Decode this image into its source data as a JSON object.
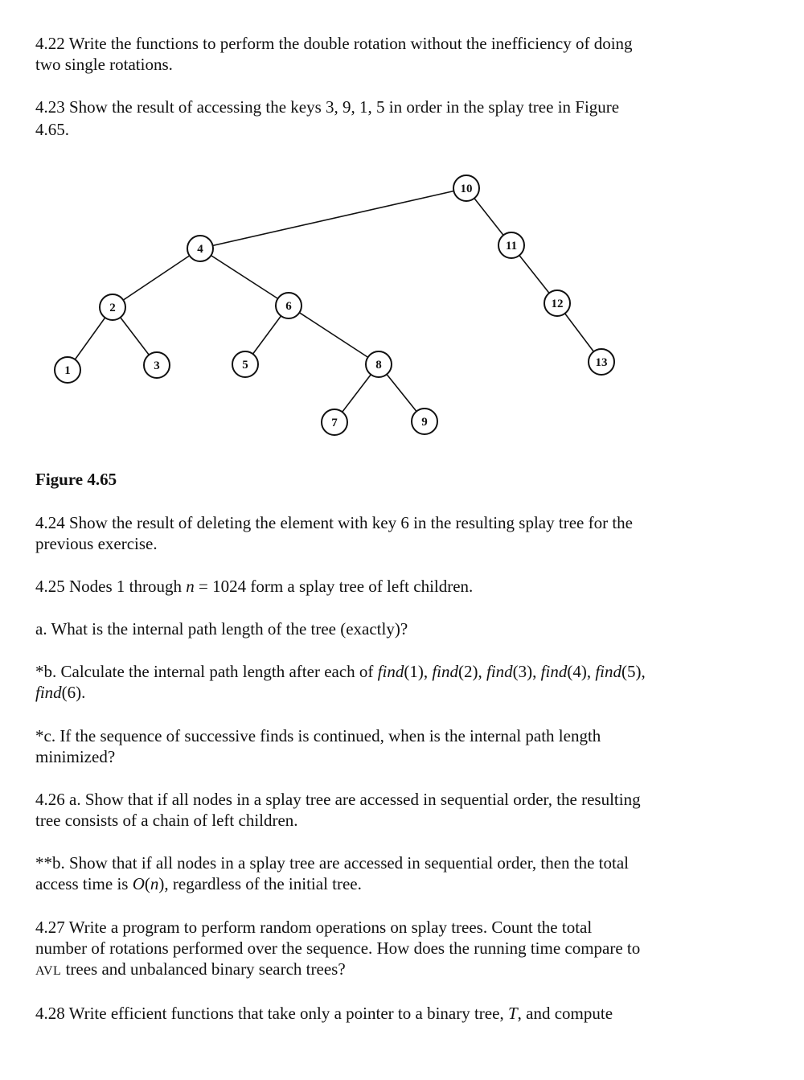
{
  "exercises": {
    "e422": {
      "line1": "4.22 Write the functions to perform the double rotation without the inefficiency of doing",
      "line2": "two single rotations."
    },
    "e423": {
      "line1": "4.23 Show the result of accessing the keys 3, 9, 1, 5 in order in the splay tree in Figure",
      "line2": "4.65."
    },
    "e424": {
      "line1": "4.24 Show the result of deleting the element with key 6 in the resulting splay tree for the",
      "line2": "previous exercise."
    },
    "e425": {
      "prefix": "4.25 Nodes 1 through ",
      "n": "n",
      "suffix": " = 1024 form a splay tree of left children.",
      "a": "a. What is the internal path length of the tree (exactly)?",
      "b_prefix": "*b. Calculate the internal path length after each of ",
      "b_find": "find",
      "b_args": [
        "(1), ",
        "(2), ",
        "(3), ",
        "(4), ",
        "(5),"
      ],
      "b_line2_args": "(6).",
      "c_line1": "*c. If the sequence of successive finds is continued, when is the internal path length",
      "c_line2": "minimized?"
    },
    "e426": {
      "a_line1": "4.26 a. Show that if all nodes in a splay tree are accessed in sequential order, the resulting",
      "a_line2": "tree consists of a chain of left children.",
      "b_line1": "**b. Show that if all nodes in a splay tree are accessed in sequential order, then the total",
      "b_line2_prefix": "access time is ",
      "b_O": "O",
      "b_paren_open": "(",
      "b_n": "n",
      "b_line2_suffix": "), regardless of the initial tree."
    },
    "e427": {
      "line1": "4.27 Write a program to perform random operations on splay trees. Count the total",
      "line2": "number of rotations performed over the sequence. How does the running time compare to",
      "line3_avl": "AVL",
      "line3_rest": " trees and unbalanced binary search trees?"
    },
    "e428": {
      "line1_prefix": "4.28 Write efficient functions that take only a pointer to a binary tree, ",
      "T": "T",
      "line1_suffix": ", and compute"
    }
  },
  "figure": {
    "caption": "Figure 4.65",
    "nodes": [
      "10",
      "4",
      "11",
      "2",
      "6",
      "12",
      "1",
      "3",
      "5",
      "8",
      "13",
      "7",
      "9"
    ],
    "edges": [
      [
        "10",
        "4"
      ],
      [
        "10",
        "11"
      ],
      [
        "4",
        "2"
      ],
      [
        "4",
        "6"
      ],
      [
        "11",
        "12"
      ],
      [
        "2",
        "1"
      ],
      [
        "2",
        "3"
      ],
      [
        "6",
        "5"
      ],
      [
        "6",
        "8"
      ],
      [
        "12",
        "13"
      ],
      [
        "8",
        "7"
      ],
      [
        "8",
        "9"
      ]
    ]
  }
}
